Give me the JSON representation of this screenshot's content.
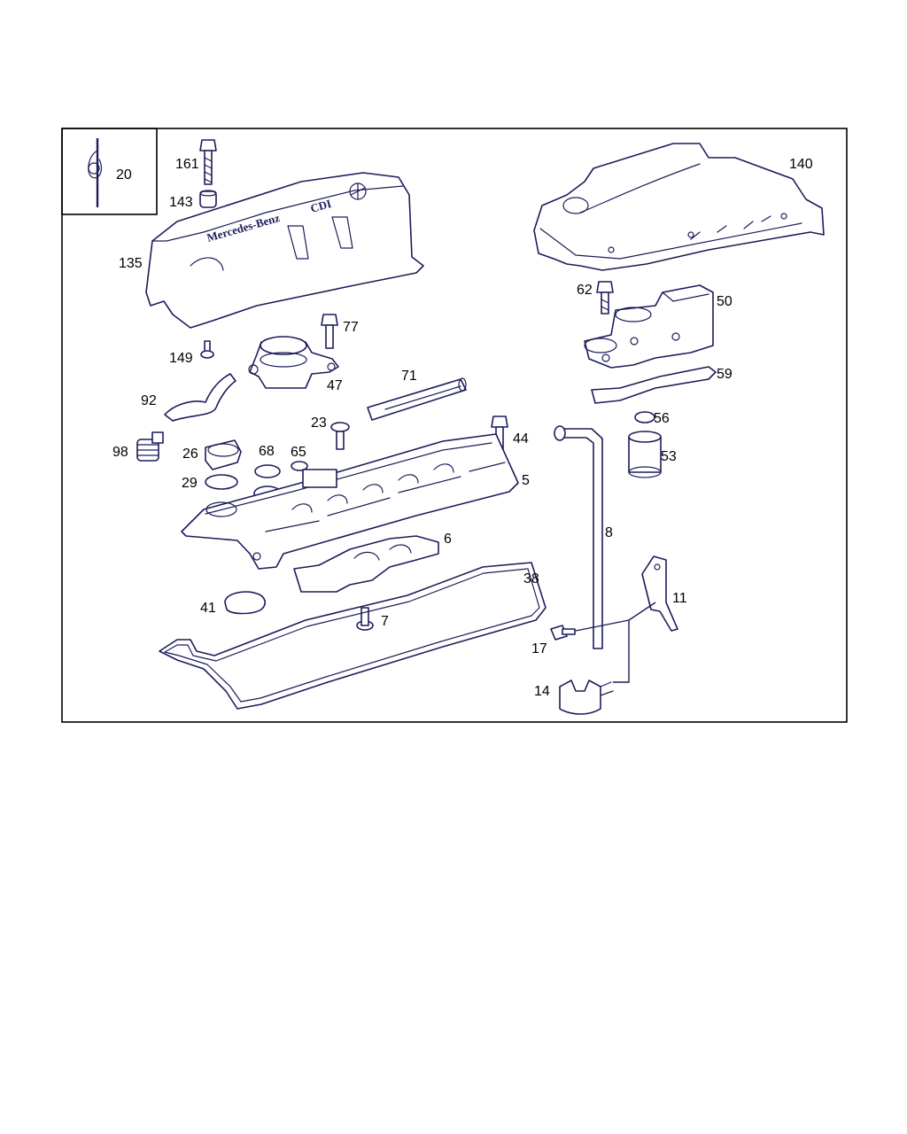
{
  "diagram": {
    "cover_lettering": [
      "Mercedes-Benz",
      "CDI"
    ],
    "callouts": [
      {
        "id": "20",
        "label": "20"
      },
      {
        "id": "161",
        "label": "161"
      },
      {
        "id": "143",
        "label": "143"
      },
      {
        "id": "135",
        "label": "135"
      },
      {
        "id": "140",
        "label": "140"
      },
      {
        "id": "62",
        "label": "62"
      },
      {
        "id": "50",
        "label": "50"
      },
      {
        "id": "77",
        "label": "77"
      },
      {
        "id": "149",
        "label": "149"
      },
      {
        "id": "47",
        "label": "47"
      },
      {
        "id": "71",
        "label": "71"
      },
      {
        "id": "59",
        "label": "59"
      },
      {
        "id": "92",
        "label": "92"
      },
      {
        "id": "56",
        "label": "56"
      },
      {
        "id": "23",
        "label": "23"
      },
      {
        "id": "44",
        "label": "44"
      },
      {
        "id": "98",
        "label": "98"
      },
      {
        "id": "26",
        "label": "26"
      },
      {
        "id": "68",
        "label": "68"
      },
      {
        "id": "65",
        "label": "65"
      },
      {
        "id": "53",
        "label": "53"
      },
      {
        "id": "29",
        "label": "29"
      },
      {
        "id": "5",
        "label": "5"
      },
      {
        "id": "8",
        "label": "8"
      },
      {
        "id": "6",
        "label": "6"
      },
      {
        "id": "38",
        "label": "38"
      },
      {
        "id": "11",
        "label": "11"
      },
      {
        "id": "41",
        "label": "41"
      },
      {
        "id": "7",
        "label": "7"
      },
      {
        "id": "17",
        "label": "17"
      },
      {
        "id": "14",
        "label": "14"
      }
    ]
  }
}
